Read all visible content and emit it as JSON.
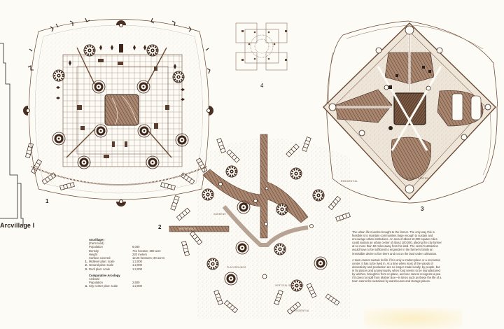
{
  "document": {
    "title": "Arcvillage I",
    "figure_numbers": [
      "1",
      "2",
      "3",
      "4"
    ]
  },
  "stats": {
    "heading": "Arcvillage I",
    "rows": [
      {
        "num": "",
        "label": "(Farm land)",
        "value": ""
      },
      {
        "num": "",
        "label": "Population",
        "value": "6,000"
      },
      {
        "num": "",
        "label": "Density",
        "value": "741 hectare; 300 acre"
      },
      {
        "num": "",
        "label": "Height",
        "value": "220 meters"
      },
      {
        "num": "",
        "label": "Surface covered",
        "value": "12.25 hectares; 30 acres"
      },
      {
        "num": "1.",
        "label": "Midlevel plan: scale",
        "value": "1:2,000"
      },
      {
        "num": "2.",
        "label": "Ground plan: scale",
        "value": "1:2,000"
      },
      {
        "num": "3.",
        "label": "Roof plan: scale",
        "value": "1:2,000"
      }
    ],
    "heading2": "Comparative Arcology",
    "rows2": [
      {
        "num": "",
        "label": "Arcbowl",
        "value": ""
      },
      {
        "num": "",
        "label": "Population",
        "value": "2,500"
      },
      {
        "num": "4.",
        "label": "City center plan: scale",
        "value": "1:2,000"
      }
    ]
  },
  "essay": {
    "paragraphs": [
      "The urban life must be brought to the farmer. The only way this is feasible is to maintain communities large enough to sustain and encourage urban institutions. An area of about 10,000 square miles could sustain an urban center of about 100,000, placing the city farmer at no more than 50 miles away from his land. The center's attraction would have to be sufficient to engender in the farmer's family an irresistible desire to live there and not on the land under cultivation.",
      "A town cannot sustain its life if it is only a market place or a recreation center. It has to be lived in. At a time when most of the viands of domesticity and production are no longer made locally, by people, but in far places and anonymously, when food seems to be manufactured by witches, brought in from no place, and one cannot recognize a pea if it does not spill from Mother Box—in times such as these the life of a town cannot be sustained by warehouses and storage places."
    ]
  },
  "plan_labels": {
    "water_walk": "Water Walk",
    "gardens": "Gardens",
    "playgrounds": "Playgrounds",
    "vertical_structure": "Vertical Structure",
    "residential": "Residential",
    "cultural_center": "Cultural Center",
    "residential_roof": "Residential"
  },
  "colors": {
    "paper": "#fdfbf6",
    "ink": "#3a2a1e",
    "sepia": "#6b4a34",
    "sepia_dark": "#3d2619",
    "sepia_light": "#b59a82"
  }
}
